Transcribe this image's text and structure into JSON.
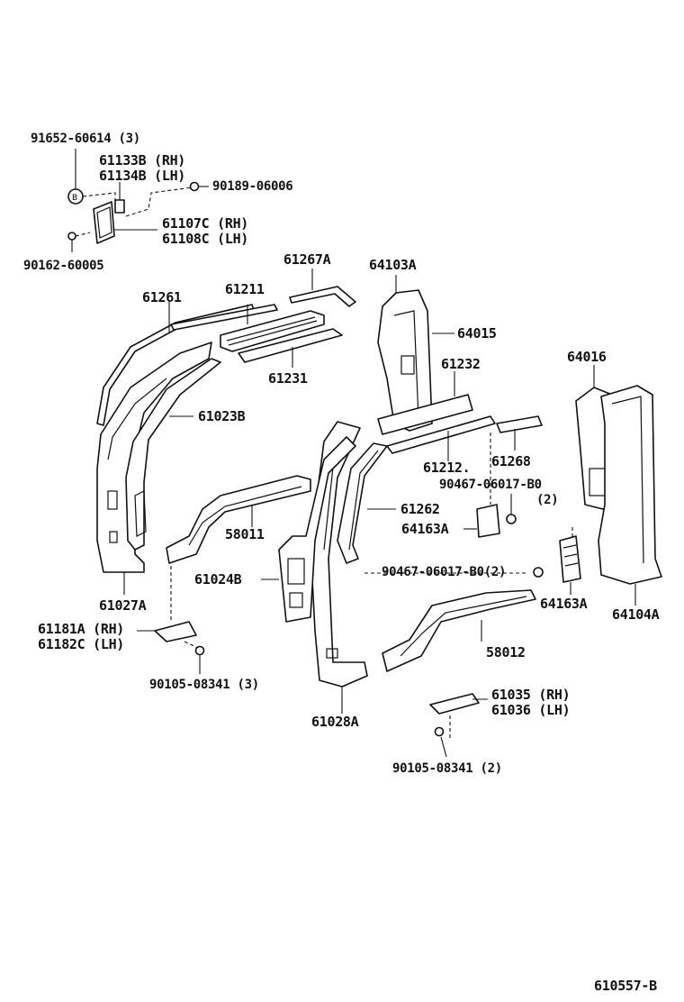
{
  "labels": {
    "p91652": "91652-60614 (3)",
    "p61133": "61133B (RH)",
    "p61134": "61134B (LH)",
    "p90189": "90189-06006",
    "p61107": "61107C (RH)",
    "p61108": "61108C (LH)",
    "p90162": "90162-60005",
    "p61267": "61267A",
    "p64103": "64103A",
    "p61261": "61261",
    "p61211": "61211",
    "p64015": "64015",
    "p61231": "61231",
    "p61232": "61232",
    "p64016": "64016",
    "p61023": "61023B",
    "p61212": "61212.",
    "p61268": "61268",
    "p90467a": "90467-06017-B0",
    "p90467a_qty": "(2)",
    "p61262": "61262",
    "p58011": "58011",
    "p64163a": "64163A",
    "p90467b": "90467-06017-B0(2)",
    "p61024": "61024B",
    "p64163b": "64163A",
    "p64104": "64104A",
    "p61027": "61027A",
    "p61181": "61181A (RH)",
    "p61182": "61182C (LH)",
    "p58012": "58012",
    "p90105a": "90105-08341 (3)",
    "p61035": "61035 (RH)",
    "p61036": "61036 (LH)",
    "p61028": "61028A",
    "p90105b": "90105-08341 (2)",
    "diagram_code": "610557-B"
  }
}
